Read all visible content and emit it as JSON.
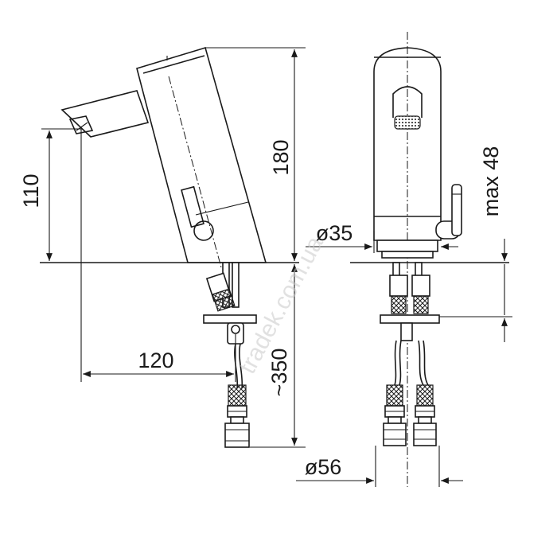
{
  "dimensions": {
    "height_total": "180",
    "spout_height": "110",
    "reach": "120",
    "hose_length": "~350",
    "body_diameter": "ø35",
    "base_diameter": "ø56",
    "deck_thickness": "max 48"
  },
  "watermark": "tradek.com.ua"
}
